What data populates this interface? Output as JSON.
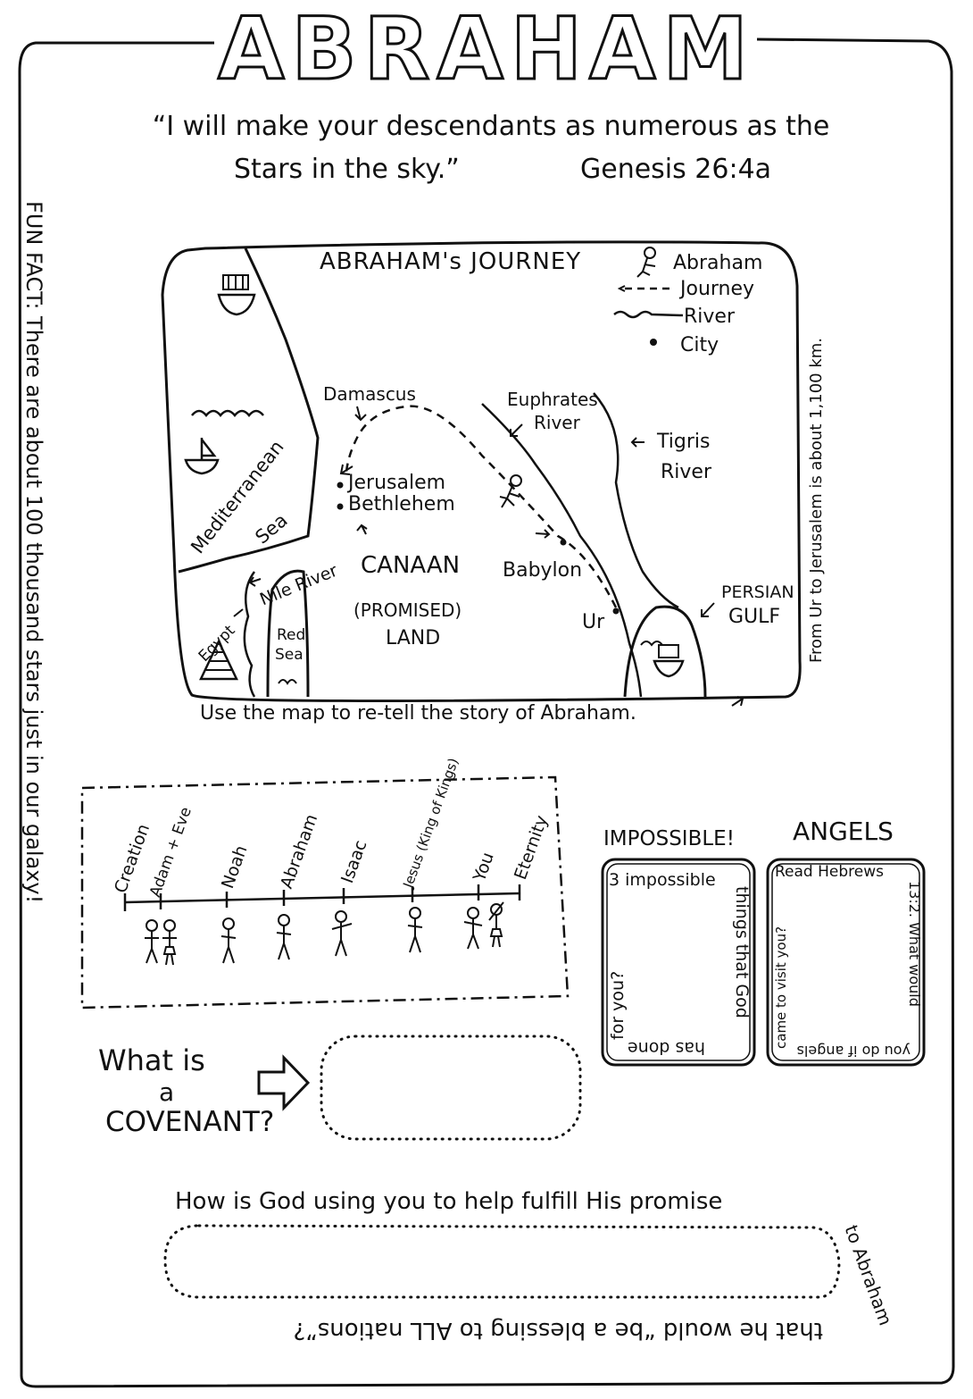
{
  "page": {
    "title": "ABRAHAM",
    "quote_line1": "“I will make your descendants as numerous as the",
    "quote_line2": "Stars in the sky.”",
    "quote_ref": "Genesis 26:4a",
    "fun_fact": "FUN FACT: There are about 100 thousand stars just in our galaxy!"
  },
  "map": {
    "title": "ABRAHAM's JOURNEY",
    "legend": {
      "abraham": "Abraham",
      "journey": "Journey",
      "river": "River",
      "city": "City"
    },
    "labels": {
      "damascus": "Damascus",
      "euphrates_1": "Euphrates",
      "euphrates_2": "River",
      "tigris_1": "Tigris",
      "tigris_2": "River",
      "jerusalem": "Jerusalem",
      "bethlehem": "Bethlehem",
      "mediterranean": "Mediterranean",
      "sea": "Sea",
      "nile": "Nile River",
      "egypt": "Egypt",
      "red_sea_1": "Red",
      "red_sea_2": "Sea",
      "canaan_1": "CANAAN",
      "canaan_2": "(PROMISED)",
      "canaan_3": "LAND",
      "babylon": "Babylon",
      "ur": "Ur",
      "persian_1": "PERSIAN",
      "persian_2": "GULF"
    },
    "distance_note": "From Ur to Jerusalem is about 1,100 km.",
    "caption": "Use the map to re-tell the story of Abraham."
  },
  "timeline": {
    "labels": [
      "Creation",
      "Adam + Eve",
      "Noah",
      "Abraham",
      "Isaac",
      "Jesus (King of Kings)",
      "You",
      "Eternity"
    ]
  },
  "impossible": {
    "title": "IMPOSSIBLE!",
    "top": "3 impossible",
    "right": "things that God",
    "bottom": "has done",
    "left": "for you?"
  },
  "angels": {
    "title": "ANGELS",
    "top": "Read Hebrews",
    "right": "13:2. What would",
    "bottom": "you do if angels",
    "left": "came to visit you?"
  },
  "covenant": {
    "line1": "What is",
    "line2": "a",
    "line3": "COVENANT?"
  },
  "promise": {
    "top": "How is God using you to help fulfill His promise",
    "right": "to Abraham",
    "bottom": "that he would “be a blessing to ALL nations”?"
  }
}
